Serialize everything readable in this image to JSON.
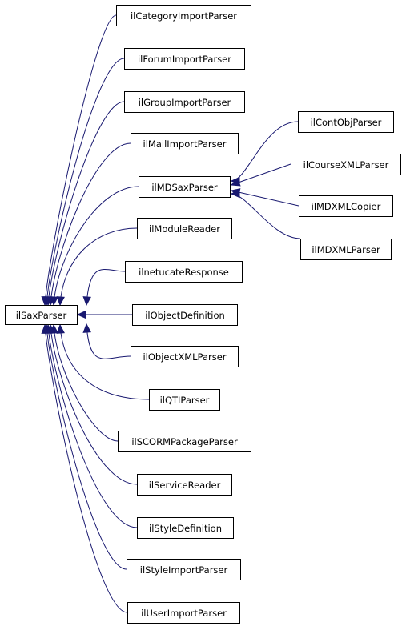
{
  "diagram": {
    "type": "inheritance-graph",
    "edge_color": "#191970",
    "root": {
      "label": "ilSaxParser"
    },
    "children": [
      {
        "label": "ilCategoryImportParser"
      },
      {
        "label": "ilForumImportParser"
      },
      {
        "label": "ilGroupImportParser"
      },
      {
        "label": "ilMailImportParser"
      },
      {
        "label": "ilMDSaxParser"
      },
      {
        "label": "ilModuleReader"
      },
      {
        "label": "ilnetucateResponse"
      },
      {
        "label": "ilObjectDefinition"
      },
      {
        "label": "ilObjectXMLParser"
      },
      {
        "label": "ilQTIParser"
      },
      {
        "label": "ilSCORMPackageParser"
      },
      {
        "label": "ilServiceReader"
      },
      {
        "label": "ilStyleDefinition"
      },
      {
        "label": "ilStyleImportParser"
      },
      {
        "label": "ilUserImportParser"
      }
    ],
    "md_children": [
      {
        "label": "ilContObjParser"
      },
      {
        "label": "ilCourseXMLParser"
      },
      {
        "label": "ilMDXMLCopier"
      },
      {
        "label": "ilMDXMLParser"
      }
    ]
  }
}
